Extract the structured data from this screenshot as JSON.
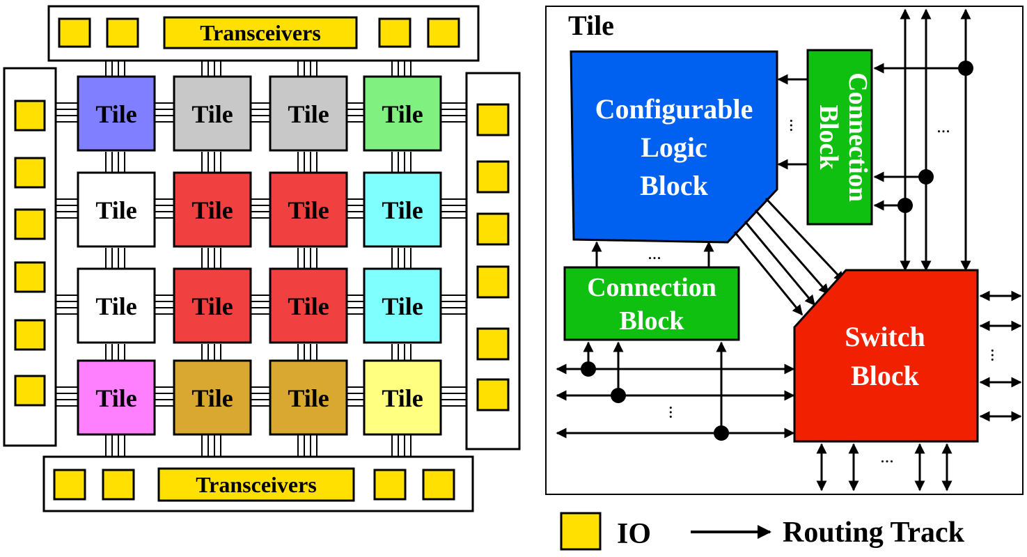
{
  "left_panel": {
    "top_bar_label": "Transceivers",
    "bottom_bar_label": "Transceivers",
    "tiles": [
      {
        "label": "Tile",
        "color": "#7F7FFF"
      },
      {
        "label": "Tile",
        "color": "#C8C8C8"
      },
      {
        "label": "Tile",
        "color": "#C8C8C8"
      },
      {
        "label": "Tile",
        "color": "#80F080"
      },
      {
        "label": "Tile",
        "color": "#FFFFFF"
      },
      {
        "label": "Tile",
        "color": "#F04040"
      },
      {
        "label": "Tile",
        "color": "#F04040"
      },
      {
        "label": "Tile",
        "color": "#80FFFF"
      },
      {
        "label": "Tile",
        "color": "#FFFFFF"
      },
      {
        "label": "Tile",
        "color": "#F04040"
      },
      {
        "label": "Tile",
        "color": "#F04040"
      },
      {
        "label": "Tile",
        "color": "#80FFFF"
      },
      {
        "label": "Tile",
        "color": "#FF80FF"
      },
      {
        "label": "Tile",
        "color": "#D8A830"
      },
      {
        "label": "Tile",
        "color": "#D8A830"
      },
      {
        "label": "Tile",
        "color": "#FFFF80"
      }
    ],
    "io_color": "#FFE000"
  },
  "right_panel": {
    "title": "Tile",
    "clb": {
      "line1": "Configurable",
      "line2": "Logic",
      "line3": "Block",
      "color": "#0060F0"
    },
    "cb_right": {
      "line1": "Connection",
      "line2": "Block",
      "color": "#10C010"
    },
    "cb_bottom": {
      "line1": "Connection",
      "line2": "Block",
      "color": "#10C010"
    },
    "switch_block": {
      "line1": "Switch",
      "line2": "Block",
      "color": "#F02000"
    },
    "ellipsis": "..."
  },
  "legend": {
    "io_label": "IO",
    "routing_label": "Routing Track"
  }
}
